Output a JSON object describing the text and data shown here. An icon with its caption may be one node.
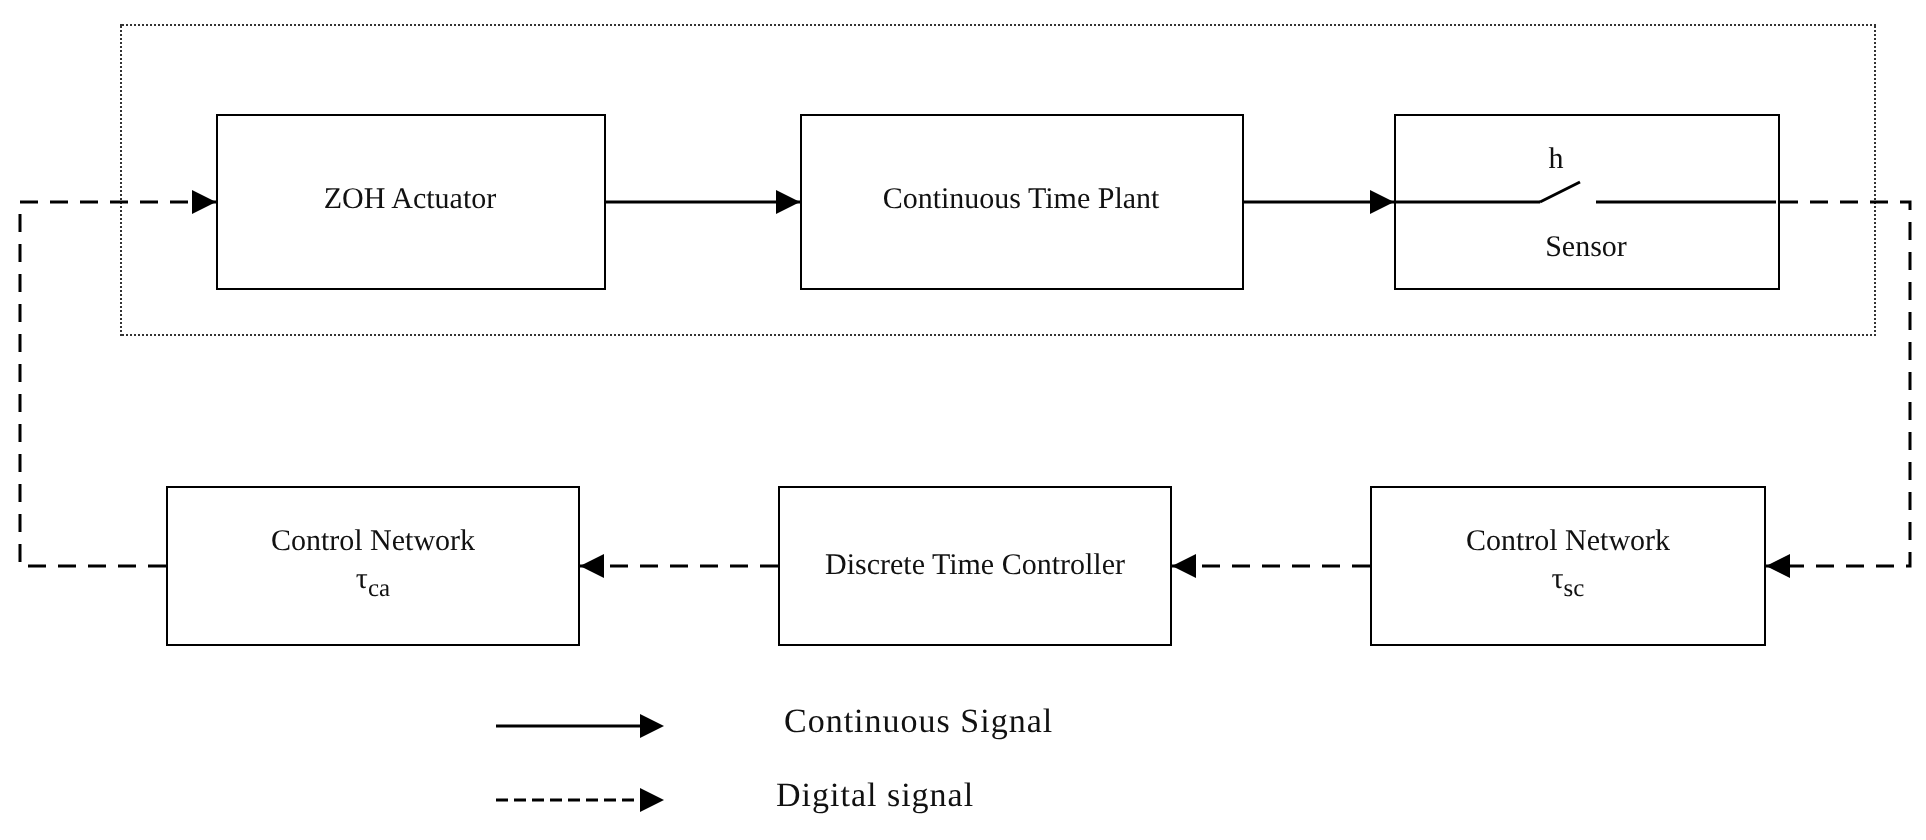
{
  "diagram": {
    "nodes": [
      {
        "text": [],
        "shape": "box"
      },
      {
        "text": [
          "ZOH Actuator"
        ],
        "in": 0
      },
      {
        "text": [
          "Continuous Time Plant"
        ],
        "in": 0
      },
      {
        "text": [
          "h",
          "Sensor"
        ],
        "in": 0
      },
      {
        "text": [
          "Control Network",
          "τ$_{ca}$"
        ]
      },
      {
        "text": [
          "Discrete Time Controller"
        ]
      },
      {
        "text": [
          "Control Network",
          "τ$_{sc}$"
        ]
      }
    ],
    "edges": [
      {
        "from": 1,
        "to": 2,
        "arrow": "to"
      },
      {
        "from": 2,
        "to": 3,
        "arrow": "to"
      },
      {
        "from": 3,
        "to": 6,
        "arrow": "to",
        "style": "dashed"
      },
      {
        "from": 6,
        "to": 5,
        "arrow": "to",
        "style": "dashed"
      },
      {
        "from": 5,
        "to": 4,
        "arrow": "to",
        "style": "dashed"
      },
      {
        "from": 4,
        "to": 1,
        "arrow": "to",
        "style": "dashed"
      }
    ],
    "legend": [
      {
        "text": "Continuous Signal"
      },
      {
        "text": "Digital signal"
      }
    ]
  }
}
